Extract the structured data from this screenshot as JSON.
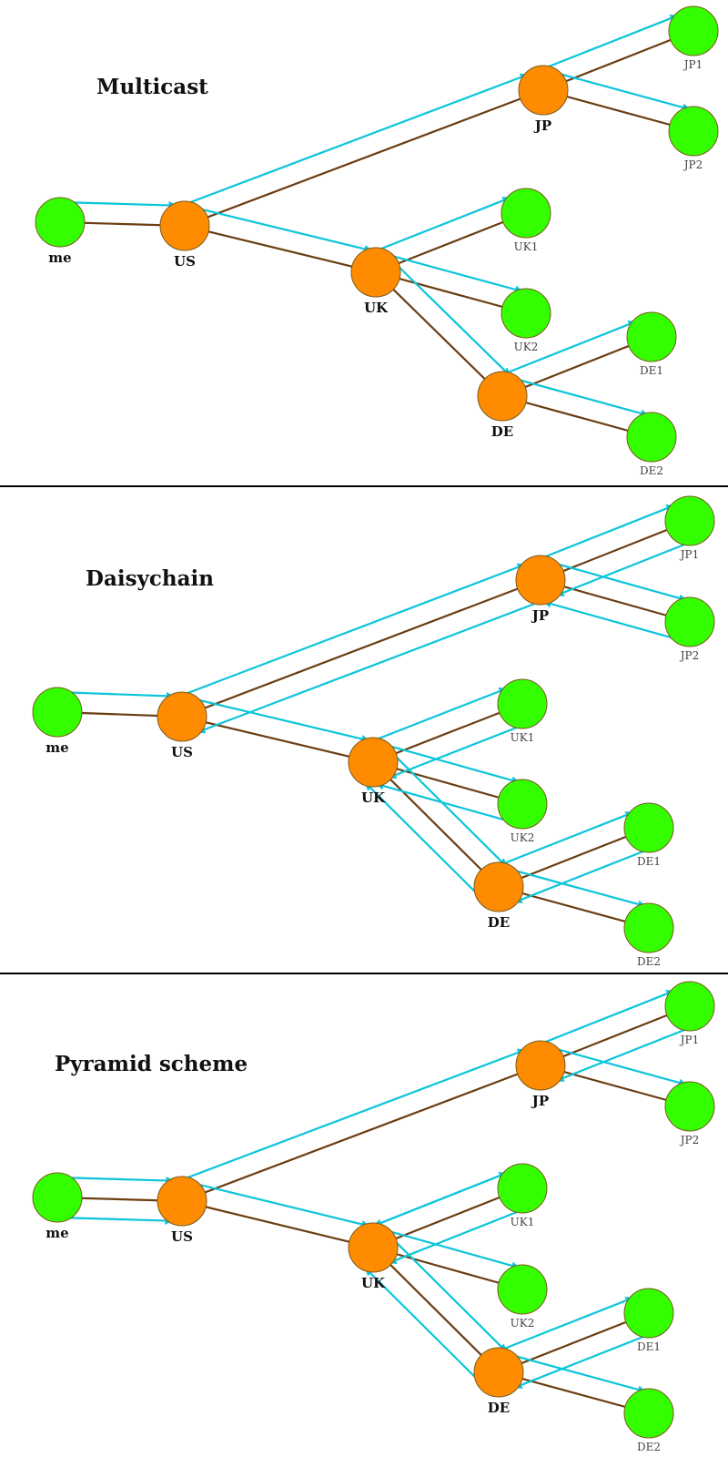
{
  "colors": {
    "hub": "#ff8c00",
    "leaf": "#33ff00",
    "node_border": "#7a5a1e",
    "tree_edge": "#6b3d12",
    "flow_arrow": "#0bc5da",
    "separator": "#000000"
  },
  "panels": [
    {
      "title": "Multicast",
      "nodes": [
        {
          "id": "me",
          "label": "me",
          "kind": "hub-label-leaf"
        },
        {
          "id": "US",
          "label": "US",
          "kind": "hub"
        },
        {
          "id": "JP",
          "label": "JP",
          "kind": "hub"
        },
        {
          "id": "JP1",
          "label": "JP1",
          "kind": "leaf"
        },
        {
          "id": "JP2",
          "label": "JP2",
          "kind": "leaf"
        },
        {
          "id": "UK",
          "label": "UK",
          "kind": "hub"
        },
        {
          "id": "UK1",
          "label": "UK1",
          "kind": "leaf"
        },
        {
          "id": "UK2",
          "label": "UK2",
          "kind": "leaf"
        },
        {
          "id": "DE",
          "label": "DE",
          "kind": "hub"
        },
        {
          "id": "DE1",
          "label": "DE1",
          "kind": "leaf"
        },
        {
          "id": "DE2",
          "label": "DE2",
          "kind": "leaf"
        }
      ],
      "tree_edges": [
        [
          "me",
          "US"
        ],
        [
          "US",
          "JP"
        ],
        [
          "JP",
          "JP1"
        ],
        [
          "JP",
          "JP2"
        ],
        [
          "US",
          "UK"
        ],
        [
          "UK",
          "UK1"
        ],
        [
          "UK",
          "UK2"
        ],
        [
          "UK",
          "DE"
        ],
        [
          "DE",
          "DE1"
        ],
        [
          "DE",
          "DE2"
        ]
      ],
      "flows": [
        [
          "me",
          "US"
        ],
        [
          "US",
          "JP"
        ],
        [
          "JP",
          "JP1"
        ],
        [
          "JP",
          "JP2"
        ],
        [
          "US",
          "UK"
        ],
        [
          "UK",
          "UK1"
        ],
        [
          "UK",
          "UK2"
        ],
        [
          "UK",
          "DE"
        ],
        [
          "DE",
          "DE1"
        ],
        [
          "DE",
          "DE2"
        ]
      ]
    },
    {
      "title": "Daisychain",
      "nodes": [
        {
          "id": "me",
          "label": "me",
          "kind": "hub-label-leaf"
        },
        {
          "id": "US",
          "label": "US",
          "kind": "hub"
        },
        {
          "id": "JP",
          "label": "JP",
          "kind": "hub"
        },
        {
          "id": "JP1",
          "label": "JP1",
          "kind": "leaf"
        },
        {
          "id": "JP2",
          "label": "JP2",
          "kind": "leaf"
        },
        {
          "id": "UK",
          "label": "UK",
          "kind": "hub"
        },
        {
          "id": "UK1",
          "label": "UK1",
          "kind": "leaf"
        },
        {
          "id": "UK2",
          "label": "UK2",
          "kind": "leaf"
        },
        {
          "id": "DE",
          "label": "DE",
          "kind": "hub"
        },
        {
          "id": "DE1",
          "label": "DE1",
          "kind": "leaf"
        },
        {
          "id": "DE2",
          "label": "DE2",
          "kind": "leaf"
        }
      ],
      "tree_edges": [
        [
          "me",
          "US"
        ],
        [
          "US",
          "JP"
        ],
        [
          "JP",
          "JP1"
        ],
        [
          "JP",
          "JP2"
        ],
        [
          "US",
          "UK"
        ],
        [
          "UK",
          "UK1"
        ],
        [
          "UK",
          "UK2"
        ],
        [
          "UK",
          "DE"
        ],
        [
          "DE",
          "DE1"
        ],
        [
          "DE",
          "DE2"
        ]
      ],
      "flows": [
        [
          "me",
          "US"
        ],
        [
          "US",
          "JP"
        ],
        [
          "JP",
          "JP1"
        ],
        [
          "JP1",
          "JP"
        ],
        [
          "JP",
          "JP2"
        ],
        [
          "JP2",
          "JP"
        ],
        [
          "JP",
          "US"
        ],
        [
          "US",
          "UK"
        ],
        [
          "UK",
          "UK1"
        ],
        [
          "UK1",
          "UK"
        ],
        [
          "UK",
          "UK2"
        ],
        [
          "UK2",
          "UK"
        ],
        [
          "UK",
          "DE"
        ],
        [
          "DE",
          "UK"
        ],
        [
          "DE",
          "DE1"
        ],
        [
          "DE1",
          "DE"
        ],
        [
          "DE",
          "DE2"
        ]
      ]
    },
    {
      "title": "Pyramid scheme",
      "nodes": [
        {
          "id": "me",
          "label": "me",
          "kind": "hub-label-leaf"
        },
        {
          "id": "US",
          "label": "US",
          "kind": "hub"
        },
        {
          "id": "JP",
          "label": "JP",
          "kind": "hub"
        },
        {
          "id": "JP1",
          "label": "JP1",
          "kind": "leaf"
        },
        {
          "id": "JP2",
          "label": "JP2",
          "kind": "leaf"
        },
        {
          "id": "UK",
          "label": "UK",
          "kind": "hub"
        },
        {
          "id": "UK1",
          "label": "UK1",
          "kind": "leaf"
        },
        {
          "id": "UK2",
          "label": "UK2",
          "kind": "leaf"
        },
        {
          "id": "DE",
          "label": "DE",
          "kind": "hub"
        },
        {
          "id": "DE1",
          "label": "DE1",
          "kind": "leaf"
        },
        {
          "id": "DE2",
          "label": "DE2",
          "kind": "leaf"
        }
      ],
      "tree_edges": [
        [
          "me",
          "US"
        ],
        [
          "US",
          "JP"
        ],
        [
          "JP",
          "JP1"
        ],
        [
          "JP",
          "JP2"
        ],
        [
          "US",
          "UK"
        ],
        [
          "UK",
          "UK1"
        ],
        [
          "UK",
          "UK2"
        ],
        [
          "UK",
          "DE"
        ],
        [
          "DE",
          "DE1"
        ],
        [
          "DE",
          "DE2"
        ]
      ],
      "flows": [
        [
          "me",
          "US"
        ],
        [
          "me",
          "US"
        ],
        [
          "US",
          "JP"
        ],
        [
          "JP",
          "JP1"
        ],
        [
          "JP1",
          "JP"
        ],
        [
          "JP",
          "JP2"
        ],
        [
          "US",
          "UK"
        ],
        [
          "UK",
          "UK1"
        ],
        [
          "UK1",
          "UK"
        ],
        [
          "UK1",
          "UK"
        ],
        [
          "UK",
          "UK2"
        ],
        [
          "UK",
          "DE"
        ],
        [
          "DE",
          "UK"
        ],
        [
          "DE",
          "DE1"
        ],
        [
          "DE1",
          "DE"
        ],
        [
          "DE",
          "DE2"
        ]
      ]
    }
  ]
}
